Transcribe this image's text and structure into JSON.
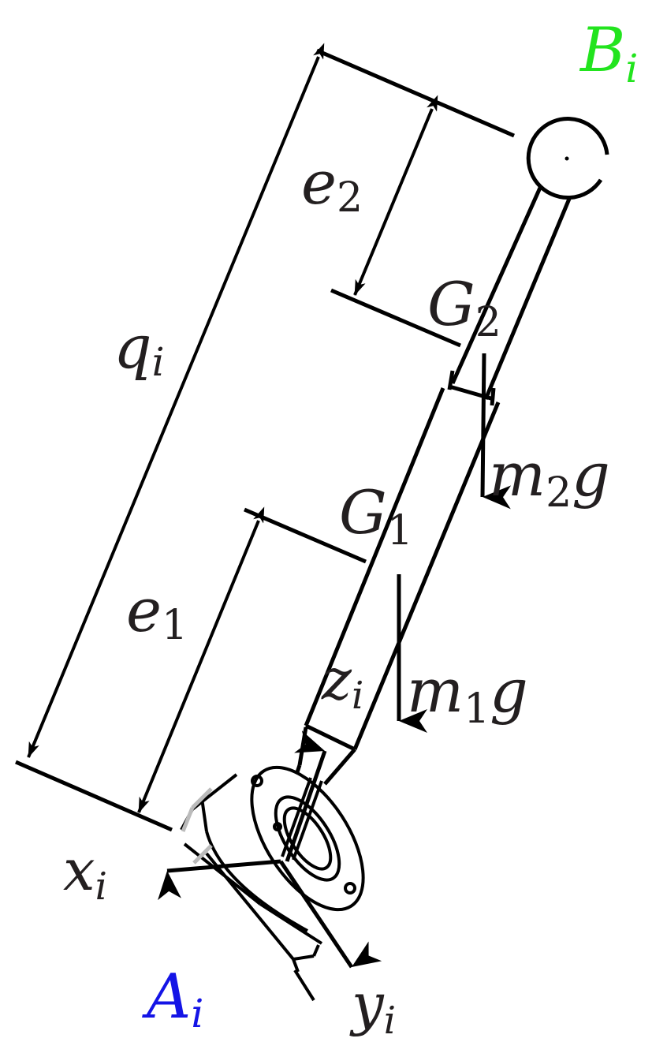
{
  "labels": {
    "B": {
      "main": "B",
      "sub": "i",
      "color": "#22e41e"
    },
    "A": {
      "main": "A",
      "sub": "i",
      "color": "#1414e6"
    },
    "q": {
      "main": "q",
      "sub": "i"
    },
    "e2": {
      "main": "e",
      "sub": "2"
    },
    "e1": {
      "main": "e",
      "sub": "1"
    },
    "G2": {
      "main": "G",
      "sub": "2"
    },
    "G1": {
      "main": "G",
      "sub": "1"
    },
    "m2g": {
      "main": "m",
      "sub": "2",
      "tail": "g"
    },
    "m1g": {
      "main": "m",
      "sub": "1",
      "tail": "g"
    },
    "z": {
      "main": "z",
      "sub": "i"
    },
    "x": {
      "main": "x",
      "sub": "i"
    },
    "y": {
      "main": "y",
      "sub": "i"
    }
  },
  "colors": {
    "ink": "#000000",
    "text": "#231f20",
    "gray": "#bbbbbb"
  }
}
